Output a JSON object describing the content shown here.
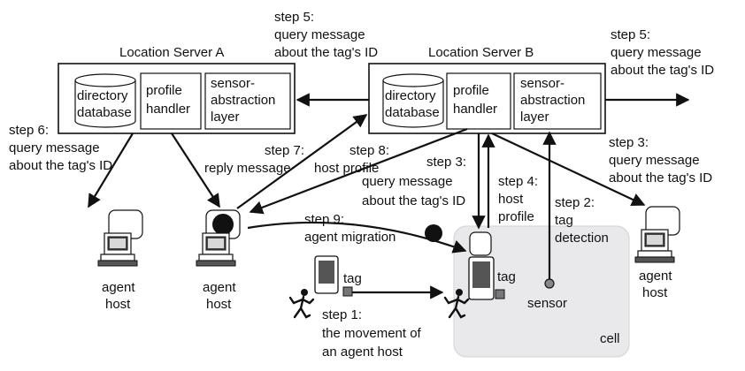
{
  "servers": {
    "a": {
      "title": "Location Server A",
      "db": [
        "directory",
        "database"
      ],
      "profile": [
        "profile",
        "handler"
      ],
      "sensor_layer": [
        "sensor-",
        "abstraction",
        "layer"
      ]
    },
    "b": {
      "title": "Location Server B",
      "db": [
        "directory",
        "database"
      ],
      "profile": [
        "profile",
        "handler"
      ],
      "sensor_layer": [
        "sensor-",
        "abstraction",
        "layer"
      ]
    }
  },
  "labels": {
    "step5_top": [
      "step 5:",
      "query message",
      "about the tag's ID"
    ],
    "step5_right": [
      "step 5:",
      "query message",
      "about the tag's ID"
    ],
    "step6": [
      "step 6:",
      "query message",
      "about the tag's ID"
    ],
    "step7": [
      "step 7:",
      "reply message"
    ],
    "step8": [
      "step 8:",
      "host profile"
    ],
    "step3_center": [
      "step 3:",
      "query message",
      "about the tag's ID"
    ],
    "step4": [
      "step 4:",
      "host",
      "profile"
    ],
    "step3_right": [
      "step 3:",
      "query message",
      "about the tag's ID"
    ],
    "step2": [
      "step 2:",
      "tag",
      "detection"
    ],
    "step9": [
      "step 9:",
      "agent migration"
    ],
    "step1": [
      "step 1:",
      "the movement of",
      "an agent host"
    ],
    "tag_left": "tag",
    "tag_cell": "tag",
    "sensor": "sensor",
    "cell": "cell",
    "agent_host_left": [
      "agent",
      "host"
    ],
    "agent_host_mid": [
      "agent",
      "host"
    ],
    "agent_host_right": [
      "agent",
      "host"
    ]
  }
}
